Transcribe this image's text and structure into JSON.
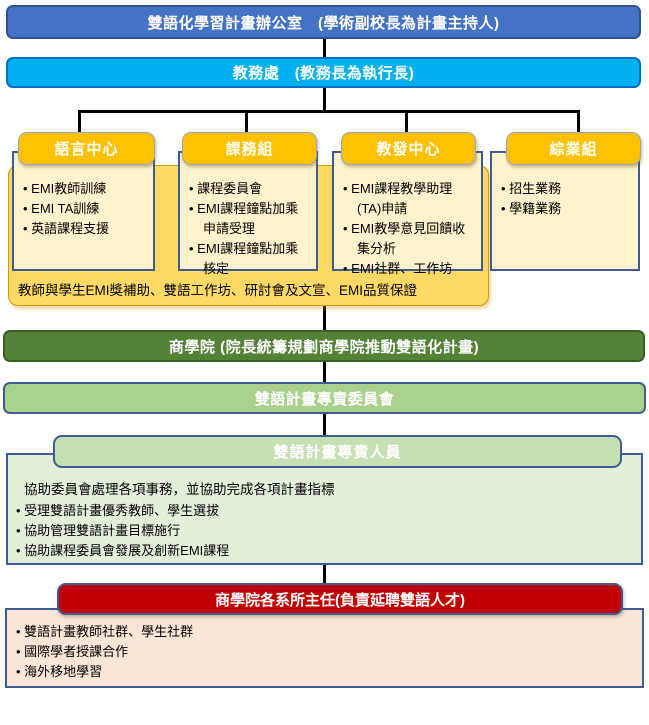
{
  "office": {
    "label": "雙語化學習計畫辦公室　(學術副校長為計畫主持人)"
  },
  "academic_affairs": {
    "label": "教務處　(教務長為執行長)"
  },
  "departments": [
    {
      "title": "語言中心",
      "items": [
        "EMI教師訓練",
        "EMI TA訓練",
        "英語課程支援"
      ]
    },
    {
      "title": "課務組",
      "items": [
        "課程委員會",
        "EMI課程鐘點加乘申請受理",
        "EMI課程鐘點加乘核定"
      ]
    },
    {
      "title": "教發中心",
      "items": [
        "EMI課程教學助理(TA)申請",
        "EMI教學意見回饋收集分析",
        "EMI社群、工作坊"
      ]
    },
    {
      "title": "綜業組",
      "items": [
        "招生業務",
        "學籍業務"
      ]
    }
  ],
  "shared_caption": "教師與學生EMI獎補助、雙語工作坊、研討會及文宣、EMI品質保證",
  "college": {
    "label": "商學院 (院長統籌規劃商學院推動雙語化計畫)"
  },
  "committee": {
    "label": "雙語計畫專責委員會"
  },
  "staff": {
    "title": "雙語計畫專責人員",
    "intro": "協助委員會處理各項事務，並協助完成各項計畫指標",
    "items": [
      "受理雙語計畫優秀教師、學生選拔",
      "協助管理雙語計畫目標施行",
      "協助課程委員會發展及創新EMI課程"
    ]
  },
  "chairs": {
    "title": "商學院各系所主任(負責延聘雙語人才)",
    "items": [
      "雙語計畫教師社群、學生社群",
      "國際學者授課合作",
      "海外移地學習"
    ]
  },
  "colors": {
    "office_blue": "#4472C4",
    "exec_cyan": "#00B0F0",
    "dept_header_orange": "#FFC000",
    "dept_container_orange": "#FFD966",
    "dept_body_cream": "#FFF2CC",
    "college_dark_green": "#538135",
    "committee_green": "#A9D18E",
    "staff_header_green": "#C6E0B4",
    "staff_body_green": "#E2EFDA",
    "chairs_red": "#C00000",
    "chairs_body_pink": "#FBE5D6",
    "box_border_navy": "#3E5C8F",
    "connector_black": "#000000"
  }
}
